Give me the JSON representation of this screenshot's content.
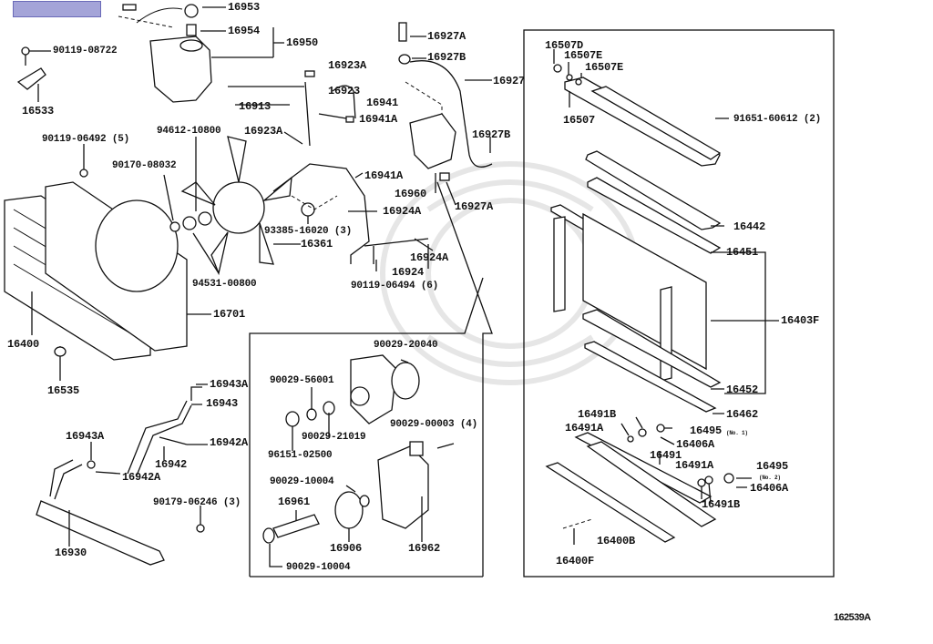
{
  "diagram": {
    "reference_code": "162539A",
    "highlight_color": "#a4a4d8",
    "labels": {
      "p16953": "16953",
      "p16954": "16954",
      "p16950": "16950",
      "p90119_08722": "90119-08722",
      "p16533": "16533",
      "p90119_06492": "90119-06492 (5)",
      "p94612_10800": "94612-10800",
      "p90170_08032": "90170-08032",
      "p94531_00800": "94531-00800",
      "p16701": "16701",
      "p16400": "16400",
      "p16535": "16535",
      "p16923A_top": "16923A",
      "p16923": "16923",
      "p16913": "16913",
      "p16941": "16941",
      "p16941A_top": "16941A",
      "p16923A_mid": "16923A",
      "p16941A_mid": "16941A",
      "p16924A_mid": "16924A",
      "p93385_16020": "93385-16020 (3)",
      "p16361": "16361",
      "p16924A_low": "16924A",
      "p16924": "16924",
      "p90119_06494": "90119-06494 (6)",
      "p16927A_top": "16927A",
      "p16927B_top": "16927B",
      "p16927": "16927",
      "p16927B_mid": "16927B",
      "p16960": "16960",
      "p16927A_low": "16927A",
      "p16943A_top": "16943A",
      "p16943": "16943",
      "p16943A_left": "16943A",
      "p16942A_right": "16942A",
      "p16942": "16942",
      "p16942A_left": "16942A",
      "p90179_06246": "90179-06246 (3)",
      "p16930": "16930",
      "p90029_20040": "90029-20040",
      "p90029_56001": "90029-56001",
      "p90029_21019": "90029-21019",
      "p96151_02500": "96151-02500",
      "p90029_00003": "90029-00003 (4)",
      "p90029_10004_top": "90029-10004",
      "p16961": "16961",
      "p16906": "16906",
      "p16962": "16962",
      "p90029_10004_low": "90029-10004",
      "p16507D": "16507D",
      "p16507E_1": "16507E",
      "p16507E_2": "16507E",
      "p16507": "16507",
      "p91651_60612": "91651-60612 (2)",
      "p16442": "16442",
      "p16451": "16451",
      "p16403F": "16403F",
      "p16452": "16452",
      "p16462": "16462",
      "p16491B_top": "16491B",
      "p16491A_top": "16491A",
      "p16495_no1": "16495",
      "p16495_no1_note": "(No. 1)",
      "p16406A_top": "16406A",
      "p16491": "16491",
      "p16491A_low": "16491A",
      "p16495_no2": "16495",
      "p16495_no2_note": "(No. 2)",
      "p16406A_low": "16406A",
      "p16491B_low": "16491B",
      "p16400B": "16400B",
      "p16400F": "16400F"
    }
  }
}
